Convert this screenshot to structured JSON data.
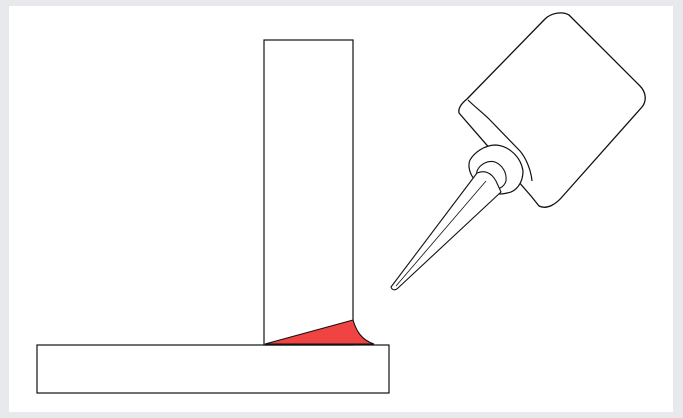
{
  "colors": {
    "outer_border": "#e8e9ec",
    "panel_background": "#ffffff",
    "stroke": "#111111",
    "adhesive_fill": "#ef4442"
  },
  "diagram": {
    "parts": [
      {
        "name": "base-plate",
        "shape": "horizontal rectangle"
      },
      {
        "name": "upright-plate",
        "shape": "vertical rectangle"
      },
      {
        "name": "adhesive-fillet",
        "color": "red"
      },
      {
        "name": "glue-bottle",
        "parts": [
          "bottle-body",
          "bottle-collar",
          "bottle-nozzle"
        ]
      }
    ]
  }
}
